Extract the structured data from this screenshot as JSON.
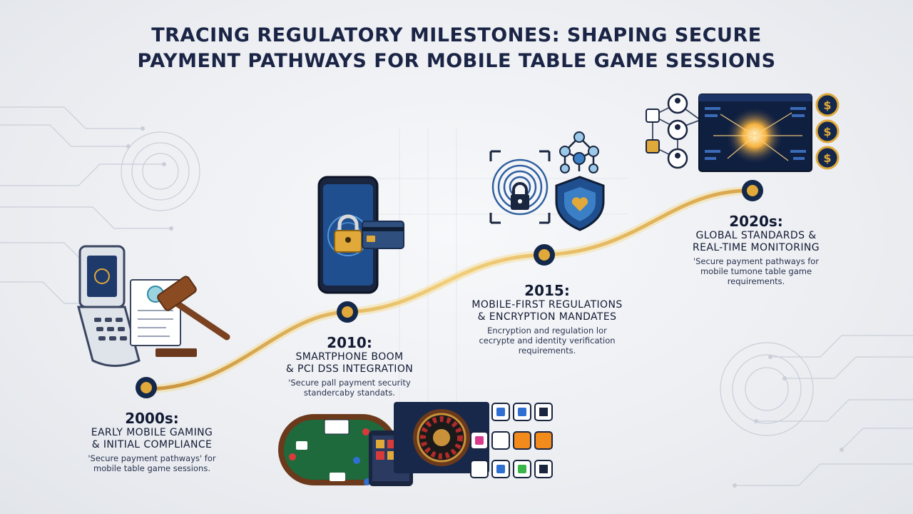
{
  "title": {
    "line1": "TRACING REGULATORY MILESTONES: SHAPING SECURE",
    "line2": "PAYMENT PATHWAYS FOR MOBILE TABLE GAME SESSIONS"
  },
  "milestones": [
    {
      "year": "2000s:",
      "heading1": "EARLY MOBILE GAMING",
      "heading2": "& INITIAL COMPLIANCE",
      "desc1": "'Secure payment pathways' for",
      "desc2": "mobile table game sessions."
    },
    {
      "year": "2010:",
      "heading1": "SMARTPHONE BOOM",
      "heading2": "& PCI DSS INTEGRATION",
      "desc1": "'Secure pall payment security",
      "desc2": "standercaby standats."
    },
    {
      "year": "2015:",
      "heading1": "MOBILE-FIRST REGULATIONS",
      "heading2": "& ENCRYPTION MANDATES",
      "desc1": "Encryption and regulation lor",
      "desc2": "cecrypte and identity verification",
      "desc3": "requirements."
    },
    {
      "year": "2020s:",
      "heading1": "GLOBAL STANDARDS &",
      "heading2": "REAL-TIME MONITORING",
      "desc1": "'Secure payment pathways for",
      "desc2": "mobile tumone table game",
      "desc3": "requirements."
    }
  ],
  "icons": {
    "currency_symbol": "$",
    "colors": {
      "path_gold": "#e3b455",
      "node_navy": "#13284a",
      "node_gold": "#e0a93a",
      "accent_blue": "#2f6fd1",
      "felt_green": "#1e6a3d"
    }
  }
}
